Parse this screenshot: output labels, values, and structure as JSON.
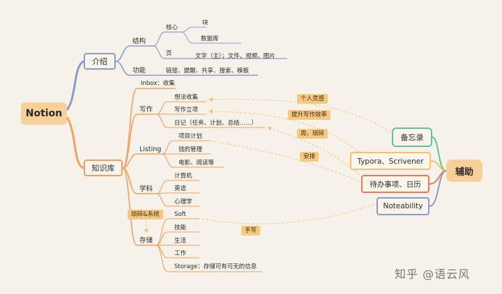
{
  "root": "Notion",
  "intro": {
    "label": "介绍",
    "structure": "结构",
    "core": "核心",
    "block": "块",
    "database": "数据库",
    "page": "页",
    "page_content": "文字（主）；文件、视频、图片",
    "functions": "功能",
    "functions_detail": "链接、提醒、共享、搜索、模板"
  },
  "knowledge": {
    "label": "知识库",
    "inbox": "Inbox：收集",
    "writing": "写作",
    "idea_collection": "想法收集",
    "writing_topic": "写作立项",
    "diary": "日记（任务、计划、总结……）",
    "listing": "Listing",
    "projects": "项目计划",
    "money": "钱的管理",
    "media": "电影、阅读等",
    "subjects": "学科",
    "computer": "计算机",
    "english": "英语",
    "psychology": "心理学",
    "fragments": "琐碎&系统",
    "storage": "存储",
    "soft": "Soft",
    "skills": "技能",
    "life": "生活",
    "work": "工作",
    "storage_detail": "Storage：存储可有可无的信息"
  },
  "aux": {
    "label": "辅助",
    "memo": "备忘录",
    "typora": "Typora、Scrivener",
    "todo": "待办事项、日历",
    "notability": "Noteability"
  },
  "relations": {
    "inspiration": "个人灵感",
    "efficiency": "提升写作效率",
    "weekly": "周、琐碎",
    "arrange": "安排",
    "handwriting": "手写"
  },
  "watermark": "知乎 @语云风",
  "colors": {
    "blue_branch": "#8a9bc9",
    "orange_branch": "#f0a060",
    "root_fill": "#f7cf99",
    "memo_border": "#5fc49a",
    "todo_border": "#e07e58",
    "tag_fill": "#f6c981",
    "background": "#f6f2e9"
  }
}
